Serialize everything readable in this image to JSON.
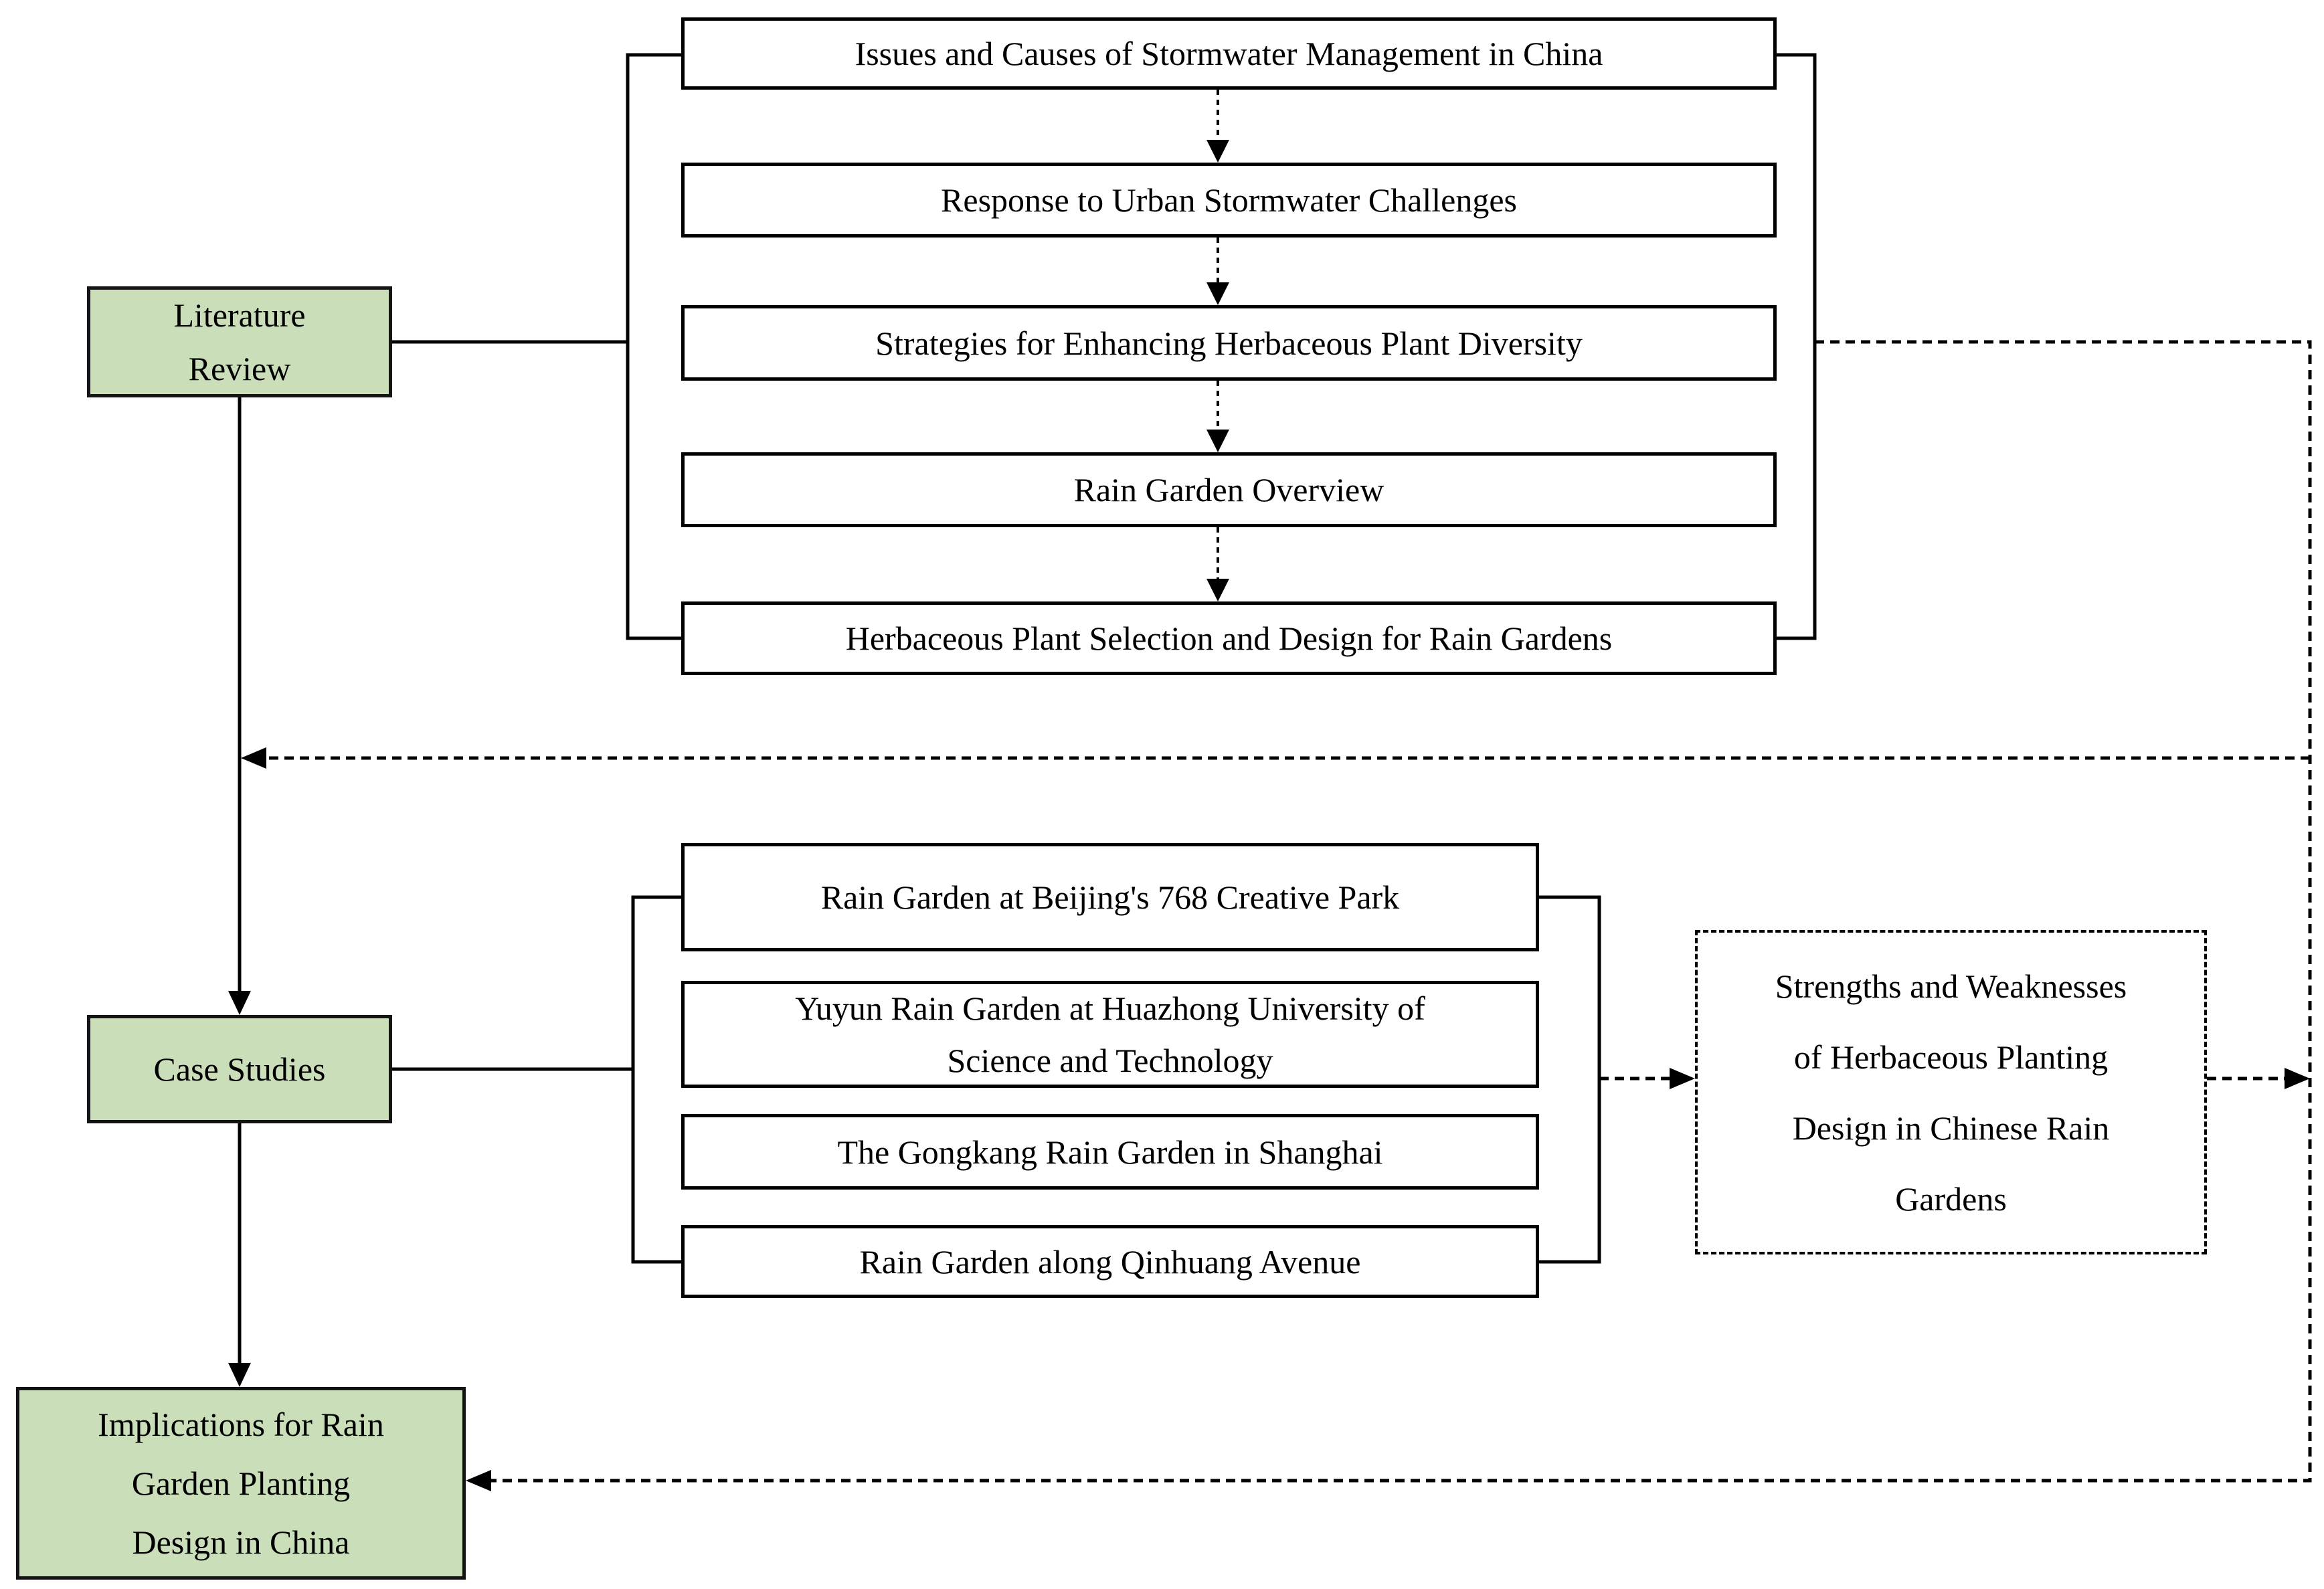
{
  "title": "Research framework flowchart",
  "colors": {
    "page_bg": "#ffffff",
    "stage_fill": "#cadfb9",
    "stage_border": "#141414",
    "topic_box_bg": "#ffffff",
    "box_border": "#000000",
    "line_color": "#000000"
  },
  "stages": {
    "literature_review": "Literature\nReview",
    "case_studies": "Case Studies",
    "implications": "Implications for Rain\nGarden Planting\nDesign in China"
  },
  "literature_topics": [
    "Issues and Causes of Stormwater Management in China",
    "Response to Urban Stormwater Challenges",
    "Strategies for Enhancing Herbaceous Plant Diversity",
    "Rain Garden Overview",
    "Herbaceous Plant Selection and Design for Rain Gardens"
  ],
  "case_study_sites": [
    "Rain Garden at Beijing's 768 Creative Park",
    "Yuyun Rain Garden at Huazhong University of\nScience and Technology",
    "The Gongkang Rain Garden in Shanghai",
    "Rain Garden along Qinhuang Avenue"
  ],
  "analysis_box": "Strengths and Weaknesses\nof Herbaceous Planting\nDesign in Chinese Rain\nGardens"
}
